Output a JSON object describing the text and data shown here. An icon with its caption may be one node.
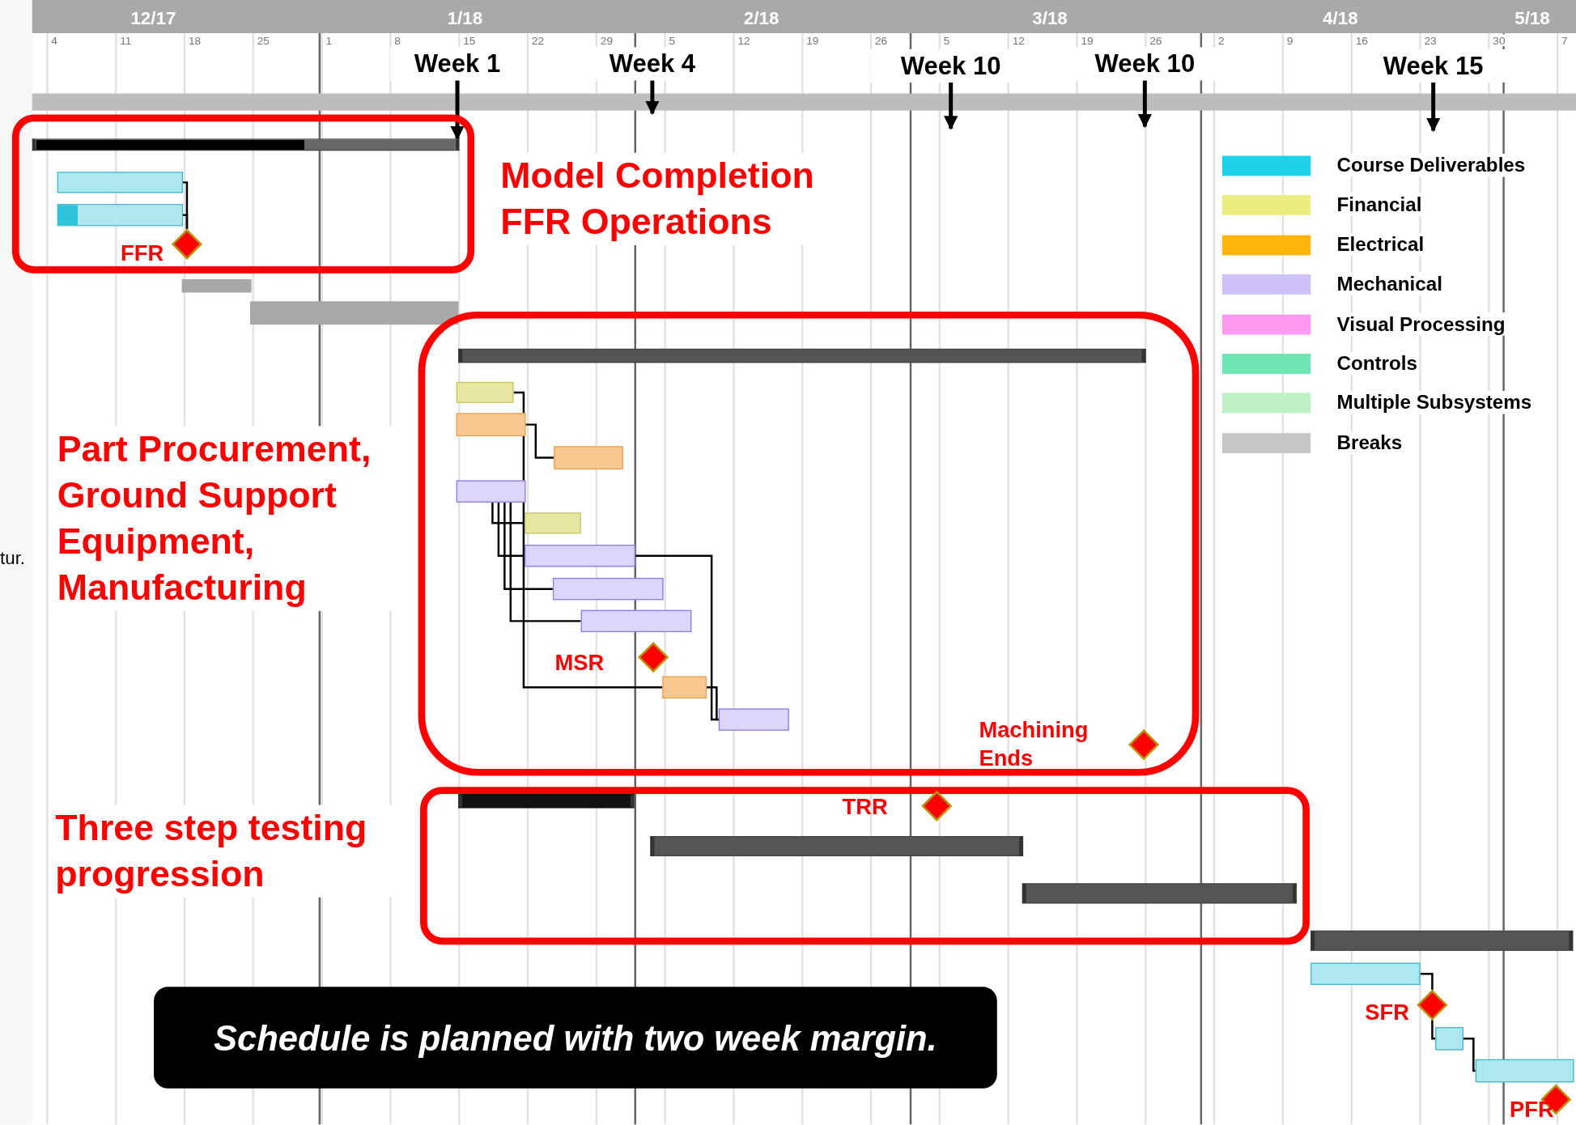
{
  "diagram": {
    "nodes": [
      {
        "text": [
          "Week 1"
        ]
      },
      {
        "text": [
          "Week 4"
        ]
      },
      {
        "text": [
          "Week 10"
        ]
      },
      {
        "text": [
          "Week 10"
        ]
      },
      {
        "text": [
          "Week 15"
        ]
      },
      {
        "text": [
          "Model Completion FFR Operations"
        ]
      },
      {
        "text": [],
        "shape": "bar",
        "in": 5
      },
      {
        "text": [],
        "shape": "bar",
        "in": 5
      },
      {
        "text": [],
        "shape": "bar",
        "in": 5
      },
      {
        "text": [],
        "shape": "diamond",
        "beside": [
          "FFR"
        ],
        "in": 5
      },
      {
        "text": [],
        "shape": "bar"
      },
      {
        "text": [],
        "shape": "bar"
      },
      {
        "text": [
          "Part Procurement, Ground Support Equipment, Manufacturing"
        ]
      },
      {
        "text": [],
        "shape": "bar",
        "in": 12
      },
      {
        "text": [],
        "shape": "bar",
        "in": 12
      },
      {
        "text": [],
        "shape": "bar",
        "in": 12
      },
      {
        "text": [],
        "shape": "bar",
        "in": 12
      },
      {
        "text": [],
        "shape": "bar",
        "in": 12
      },
      {
        "text": [],
        "shape": "bar",
        "in": 12
      },
      {
        "text": [],
        "shape": "bar",
        "in": 12
      },
      {
        "text": [],
        "shape": "bar",
        "in": 12
      },
      {
        "text": [],
        "shape": "bar",
        "in": 12
      },
      {
        "text": [],
        "shape": "diamond",
        "beside": [
          "MSR"
        ],
        "in": 12
      },
      {
        "text": [],
        "shape": "bar",
        "in": 12
      },
      {
        "text": [],
        "shape": "bar",
        "in": 12
      },
      {
        "text": [],
        "shape": "diamond",
        "beside": [
          "Machining Ends"
        ],
        "in": 12
      },
      {
        "text": [
          "Three step testing progression"
        ]
      },
      {
        "text": [],
        "shape": "bar",
        "in": 26
      },
      {
        "text": [],
        "shape": "diamond",
        "beside": [
          "TRR"
        ],
        "in": 26
      },
      {
        "text": [],
        "shape": "bar",
        "in": 26
      },
      {
        "text": [],
        "shape": "bar",
        "in": 26
      },
      {
        "text": [],
        "shape": "bar"
      },
      {
        "text": [],
        "shape": "bar"
      },
      {
        "text": [],
        "shape": "diamond",
        "beside": [
          "SFR"
        ]
      },
      {
        "text": [],
        "shape": "bar"
      },
      {
        "text": [],
        "shape": "bar"
      },
      {
        "text": [],
        "shape": "diamond",
        "beside": [
          "PFR"
        ]
      },
      {
        "text": [
          "Schedule is planned with two week margin."
        ]
      }
    ],
    "edges": [
      {
        "from": 0,
        "to": 6,
        "arrow": "to"
      },
      {
        "from": 1,
        "to": null,
        "arrow": "to"
      },
      {
        "from": 2,
        "to": null,
        "arrow": "to"
      },
      {
        "from": 3,
        "to": null,
        "arrow": "to"
      },
      {
        "from": 4,
        "to": null,
        "arrow": "to"
      },
      {
        "from": 7,
        "to": 9,
        "arrow": "none"
      },
      {
        "from": 8,
        "to": 9,
        "arrow": "none"
      },
      {
        "from": 14,
        "to": 23,
        "arrow": "none"
      },
      {
        "from": 15,
        "to": 16,
        "arrow": "none"
      },
      {
        "from": 17,
        "to": 18,
        "arrow": "none"
      },
      {
        "from": 17,
        "to": 19,
        "arrow": "none"
      },
      {
        "from": 17,
        "to": 20,
        "arrow": "none"
      },
      {
        "from": 17,
        "to": 21,
        "arrow": "none"
      },
      {
        "from": 19,
        "to": 24,
        "arrow": "none"
      },
      {
        "from": 23,
        "to": 24,
        "arrow": "none"
      },
      {
        "from": 32,
        "to": 33,
        "arrow": "none"
      },
      {
        "from": 33,
        "to": 34,
        "arrow": "none"
      },
      {
        "from": 34,
        "to": 35,
        "arrow": "none"
      }
    ],
    "labels": [
      "12/17",
      "1/18",
      "2/18",
      "3/18",
      "4/18",
      "5/18",
      "4",
      "11",
      "18",
      "25",
      "1",
      "8",
      "15",
      "22",
      "29",
      "5",
      "12",
      "19",
      "26",
      "5",
      "12",
      "19",
      "26",
      "2",
      "9",
      "16",
      "23",
      "30",
      "7",
      "tur."
    ],
    "legend": [
      {
        "text": "Course Deliverables",
        "color": "#1ed2ea"
      },
      {
        "text": "Financial",
        "color": "#ecec80"
      },
      {
        "text": "Electrical",
        "color": "#ffb60a"
      },
      {
        "text": "Mechanical",
        "color": "#cfc2fc"
      },
      {
        "text": "Visual Processing",
        "color": "#ff99f2"
      },
      {
        "text": "Controls",
        "color": "#6ee6b4"
      },
      {
        "text": "Multiple Subsystems",
        "color": "#bdf0c4"
      },
      {
        "text": "Breaks",
        "color": "#c6c6c6"
      }
    ]
  }
}
